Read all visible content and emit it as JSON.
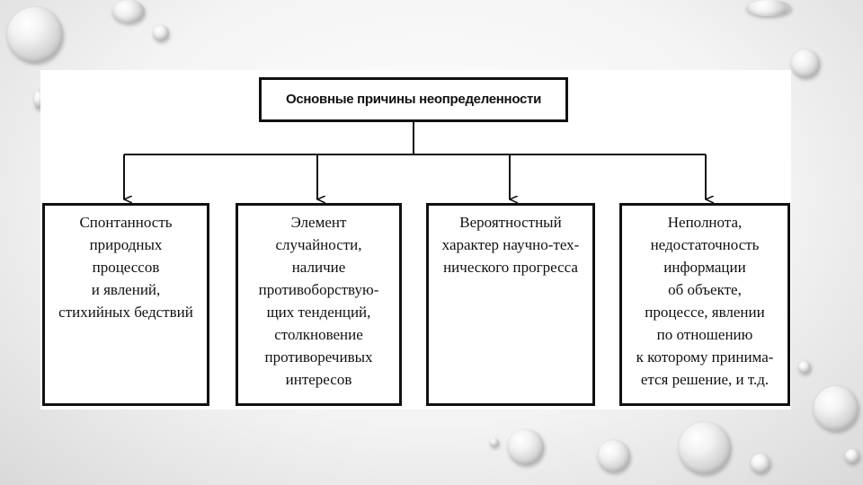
{
  "diagram": {
    "title": "Основные причины неопределенности",
    "causes": [
      "Спонтанность\nприродных\nпроцессов\nи явлений,\nстихийных бедствий",
      "Элемент\nслучайности,\nналичие\nпротивоборствую-\nщих тенденций,\nстолкновение\nпротиворечивых\nинтересов",
      "Вероятностный\nхарактер научно-тех-\nнического прогресса",
      "Неполнота,\nнедостаточность\nинформации\nоб объекте,\nпроцессе, явлении\nпо отношению\nк которому принима-\nется решение, и т.д."
    ]
  },
  "colors": {
    "line": "#111111",
    "box_border": "#111111",
    "background": "#f4f4f4"
  }
}
